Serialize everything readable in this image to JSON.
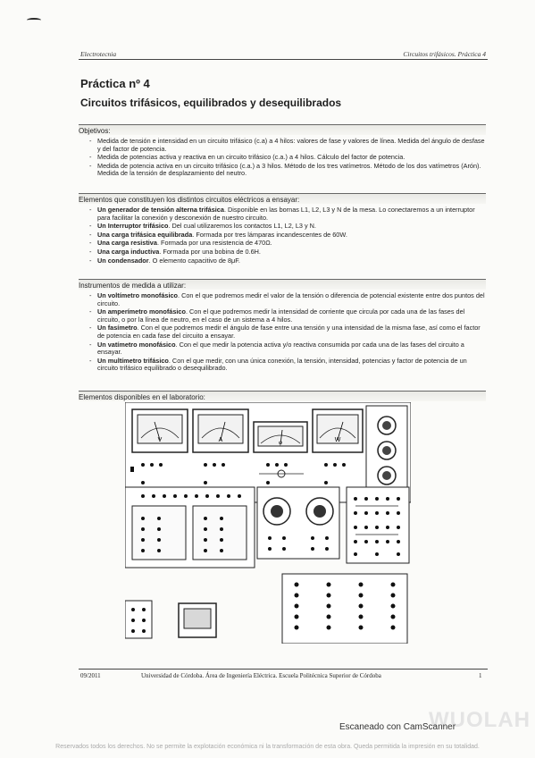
{
  "header": {
    "left": "Electrotecnia",
    "right": "Circuitos trifásicos. Práctica 4"
  },
  "title": "Práctica nº 4",
  "subtitle": "Circuitos trifásicos, equilibrados y desequilibrados",
  "objetivos": {
    "heading": "Objetivos:",
    "items": [
      {
        "text": "Medida de tensión e intensidad en un circuito trifásico (c.a) a 4 hilos: valores de fase y valores de línea. Medida del ángulo de desfase y del factor de potencia."
      },
      {
        "text": "Medida de potencias activa y reactiva en un circuito trifásico (c.a.) a 4 hilos. Cálculo del factor de potencia."
      },
      {
        "text": "Medida de potencia activa en un circuito trifásico (c.a.) a 3 hilos. Método de los tres vatímetros. Método de los dos vatímetros (Arón). Medida de la tensión de desplazamiento del neutro."
      }
    ]
  },
  "elementos": {
    "heading": "Elementos que constituyen los distintos circuitos eléctricos a ensayar:",
    "items": [
      {
        "bold": "Un generador de tensión alterna trifásica",
        "text": ". Disponible en las bornas L1, L2, L3 y N de la mesa. Lo conectaremos a un interruptor para facilitar la conexión y desconexión de nuestro circuito."
      },
      {
        "bold": "Un Interruptor trifásico",
        "text": ". Del cual utilizaremos los contactos L1, L2, L3 y N."
      },
      {
        "bold": "Una carga trifásica equilibrada",
        "text": ". Formada por tres lámparas incandescentes de 60W."
      },
      {
        "bold": "Una carga resistiva",
        "text": ". Formada por una resistencia de 470Ω."
      },
      {
        "bold": "Una carga inductiva",
        "text": ". Formada por una bobina de 0.6H."
      },
      {
        "bold": "Un condensador",
        "text": ". O elemento capacitivo de 8μF."
      }
    ]
  },
  "instrumentos": {
    "heading": "Instrumentos de medida a utilizar:",
    "items": [
      {
        "bold": "Un voltímetro monofásico",
        "text": ". Con el que podremos medir el valor de la tensión o diferencia de potencial existente entre dos puntos del circuito."
      },
      {
        "bold": "Un amperímetro monofásico",
        "text": ". Con el que podremos medir la intensidad de corriente que circula por cada una de las fases del circuito, o por la línea de neutro, en el caso de un sistema a 4 hilos."
      },
      {
        "bold": "Un fasímetro",
        "text": ". Con el que podremos medir el ángulo de fase entre una tensión y una intensidad de la misma fase, así como el factor de potencia en cada fase del circuito a ensayar."
      },
      {
        "bold": "Un vatímetro monofásico",
        "text": ". Con el que medir la potencia activa y/o reactiva consumida por cada una de las fases del circuito a ensayar."
      },
      {
        "bold": "Un multímetro trifásico",
        "text": ". Con el que medir, con una única conexión, la tensión, intensidad, potencias y factor de potencia de un circuito trifásico equilibrado o desequilibrado."
      }
    ]
  },
  "laboratorio": {
    "heading": "Elementos disponibles en el laboratorio:",
    "meter_labels": [
      "V",
      "A",
      "φ",
      "W"
    ]
  },
  "footer": {
    "date": "09/2011",
    "university": "Universidad de Córdoba. Área de Ingeniería Eléctrica. Escuela Politécnica Superior de Córdoba",
    "page": "1"
  },
  "scanner": "Escaneado con CamScanner",
  "watermark": "WUOLAH",
  "rights": "Reservados todos los derechos. No se permite la explotación económica ni la transformación de esta obra. Queda permitida la impresión en su totalidad."
}
